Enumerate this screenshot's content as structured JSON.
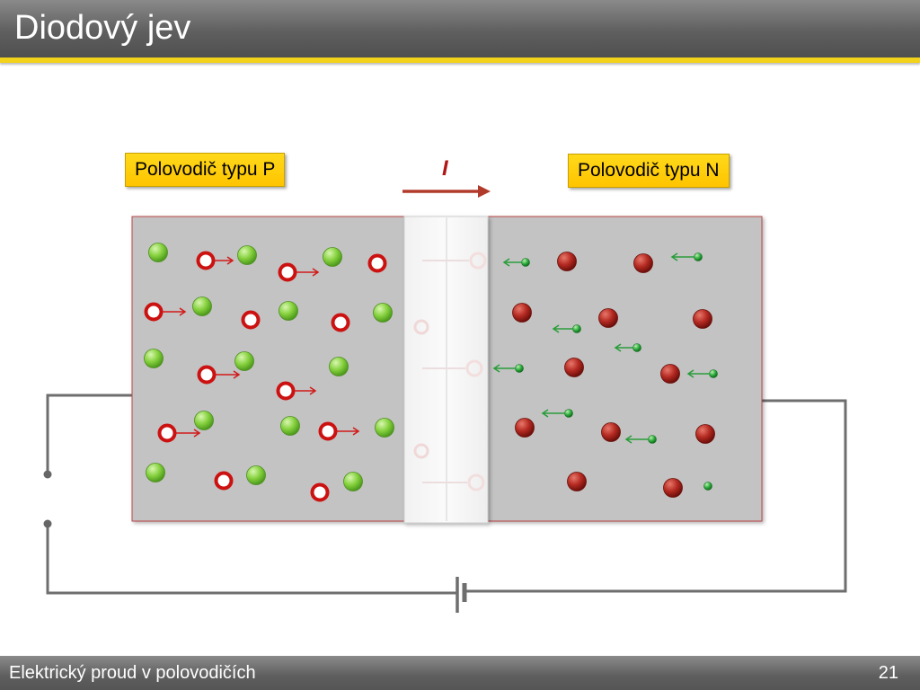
{
  "slide": {
    "title": "Diodový jev",
    "footer": "Elektrický proud v polovodičích",
    "page_number": "21"
  },
  "diagram": {
    "p_label": "Polovodič typu P",
    "n_label": "Polovodič typu N",
    "current_label": "I"
  },
  "colors": {
    "accent": "#f2d21a",
    "label_fill": "#ffcc00",
    "region_fill": "#c3c3c3",
    "hole_red": "#cc1111",
    "acceptor_green": "#7fcf3a",
    "donor_red": "#b42a22",
    "electron_green": "#2aa83a",
    "wire": "#6e6e6e"
  },
  "icons": {
    "hole": "hole-circle-icon",
    "acceptor": "acceptor-ion-icon",
    "donor": "donor-ion-icon",
    "electron": "electron-icon",
    "battery": "battery-icon"
  }
}
